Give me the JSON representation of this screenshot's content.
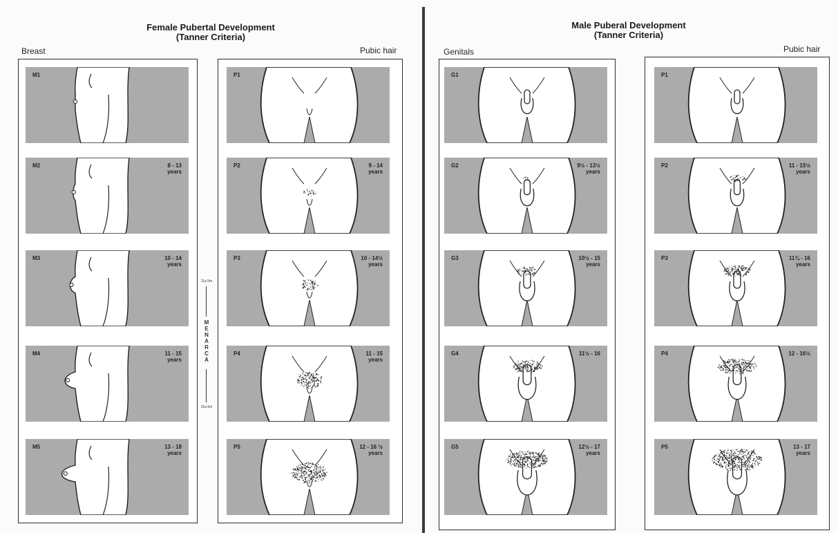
{
  "female": {
    "title_line1": "Female Pubertal Development",
    "title_line2": "(Tanner Criteria)",
    "breast_label": "Breast",
    "pubic_label": "Pubic hair",
    "breast_stages": [
      {
        "id": "M1",
        "age": ""
      },
      {
        "id": "M2",
        "age": "8 - 13\nyears"
      },
      {
        "id": "M3",
        "age": "10 - 14\nyears"
      },
      {
        "id": "M4",
        "age": "11 - 15\nyears"
      },
      {
        "id": "M5",
        "age": "13 - 18\nyears"
      }
    ],
    "pubic_stages": [
      {
        "id": "P1",
        "age": ""
      },
      {
        "id": "P2",
        "age": "9 - 14\nyears"
      },
      {
        "id": "P3",
        "age": "10 - 14½\nyears"
      },
      {
        "id": "P4",
        "age": "11 - 15\nyears"
      },
      {
        "id": "P5",
        "age": "12 - 16 ½\nyears"
      }
    ],
    "menarche": {
      "word": "M\nE\nN\nA\nR\nC\nA",
      "top": "11a 5m",
      "bottom": "15a 6m"
    }
  },
  "male": {
    "title_line1": "Male Puberal Development",
    "title_line2": "(Tanner Criteria)",
    "genitals_label": "Genitals",
    "pubic_label": "Pubic hair",
    "genital_stages": [
      {
        "id": "G1",
        "age": ""
      },
      {
        "id": "G2",
        "age": "9½ - 13½\nyears"
      },
      {
        "id": "G3",
        "age": "10½ - 15\nyears"
      },
      {
        "id": "G4",
        "age": "11½ - 16"
      },
      {
        "id": "G5",
        "age": "12½ - 17\nyears"
      }
    ],
    "pubic_stages": [
      {
        "id": "P1",
        "age": ""
      },
      {
        "id": "P2",
        "age": "11 - 15½\nyears"
      },
      {
        "id": "P3",
        "age": "11¾ - 16\nyears"
      },
      {
        "id": "P4",
        "age": "12 - 16½"
      },
      {
        "id": "P5",
        "age": "13 - 17\nyears"
      }
    ]
  },
  "colors": {
    "panel_gray": "#ababab",
    "line": "#222222",
    "hair": "#1a1a1a"
  }
}
